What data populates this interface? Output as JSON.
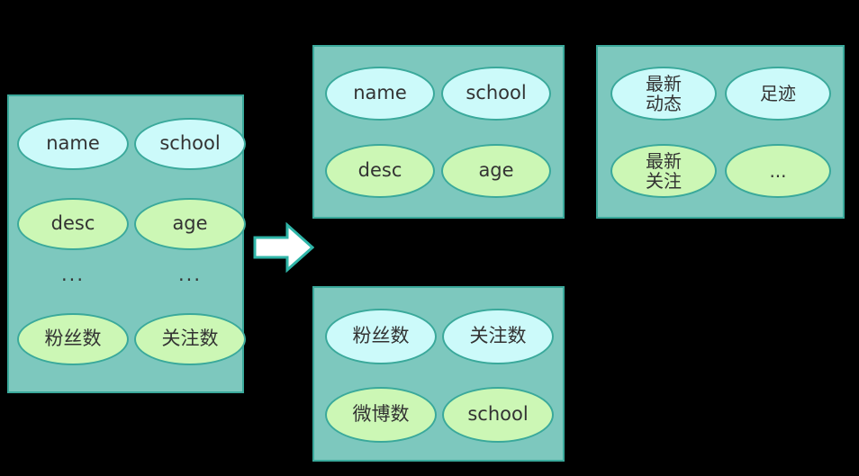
{
  "diagram": {
    "type": "flow-decomposition",
    "arrow": {
      "direction": "right",
      "name": "split-arrow"
    },
    "source_panel": {
      "name": "user-profile-fields",
      "nodes": [
        {
          "label": "name",
          "color": "cyan"
        },
        {
          "label": "school",
          "color": "cyan"
        },
        {
          "label": "desc",
          "color": "green"
        },
        {
          "label": "age",
          "color": "green"
        },
        {
          "label": "粉丝数",
          "color": "green"
        },
        {
          "label": "关注数",
          "color": "green"
        }
      ],
      "ellipsis_left": "...",
      "ellipsis_right": "..."
    },
    "target_panels": [
      {
        "name": "basic-info-group",
        "nodes": [
          {
            "label": "name",
            "color": "cyan"
          },
          {
            "label": "school",
            "color": "cyan"
          },
          {
            "label": "desc",
            "color": "green"
          },
          {
            "label": "age",
            "color": "green"
          }
        ]
      },
      {
        "name": "activity-group",
        "nodes": [
          {
            "label": "最新\n动态",
            "color": "cyan"
          },
          {
            "label": "足迹",
            "color": "cyan"
          },
          {
            "label": "最新\n关注",
            "color": "green"
          },
          {
            "label": "...",
            "color": "green"
          }
        ]
      },
      {
        "name": "counters-group",
        "nodes": [
          {
            "label": "粉丝数",
            "color": "cyan"
          },
          {
            "label": "关注数",
            "color": "cyan"
          },
          {
            "label": "微博数",
            "color": "green"
          },
          {
            "label": "school",
            "color": "green"
          }
        ]
      }
    ]
  },
  "colors": {
    "background": "#000000",
    "panel_fill": "#7dc8be",
    "panel_border": "#3aa99b",
    "node_cyan": "#ccfafa",
    "node_green": "#ccf7b5",
    "node_border": "#3aa99b",
    "arrow_fill": "#ffffff",
    "arrow_border": "#2fb5a8",
    "text": "#333333"
  }
}
